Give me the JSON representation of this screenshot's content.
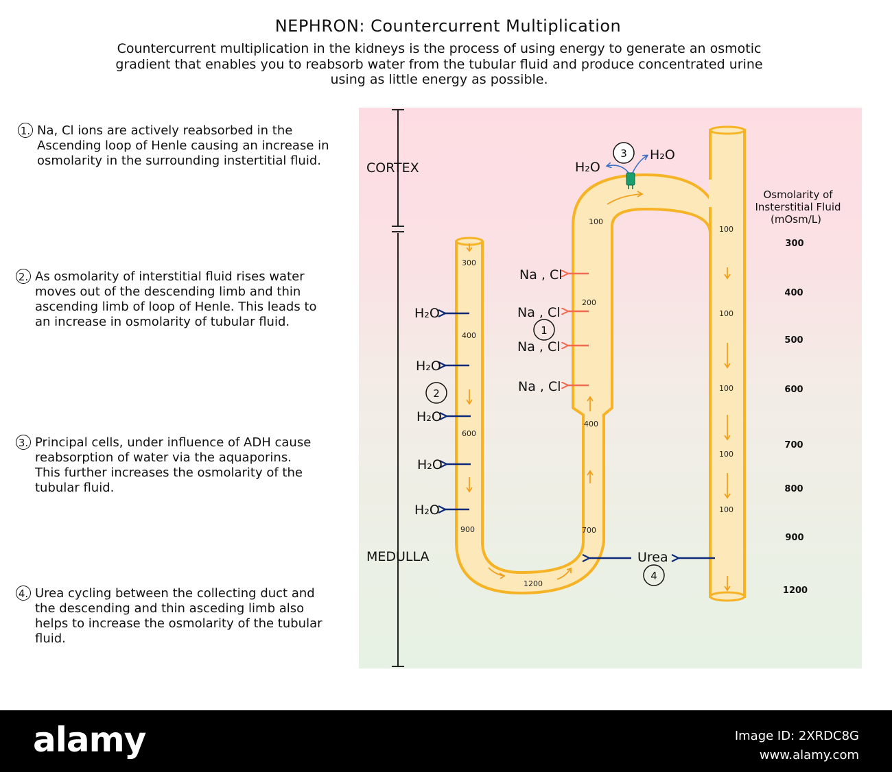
{
  "header": {
    "title": "NEPHRON: Countercurrent Multiplication",
    "subtitle": "Countercurrent multiplication in the kidneys is the process of using energy to generate an osmotic gradient that enables you to reabsorb water from the tubular fluid and produce concentrated urine using as little energy as possible."
  },
  "steps": [
    {
      "num": "1.",
      "text": "Na, Cl ions are actively reabsorbed in the Ascending loop of Henle causing an increase in osmolarity in the surrounding instertitial fluid."
    },
    {
      "num": "2.",
      "text": "As osmolarity of interstitial fluid rises water moves out of the descending limb and thin ascending limb of loop of Henle. This leads to an increase in osmolarity of tubular fluid."
    },
    {
      "num": "3.",
      "text": "Principal cells, under influence of ADH cause reabsorption of water via the aquaporins. This further increases the osmolarity of the tubular fluid."
    },
    {
      "num": "4.",
      "text": "Urea cycling between the collecting duct and the descending and thin asceding limb also helps to increase the osmolarity of the tubular fluid."
    }
  ],
  "diagram": {
    "cortex_label": "CORTEX",
    "medulla_label": "MEDULLA",
    "scale_title_line1": "Osmolarity of",
    "scale_title_line2": "Insterstitial Fluid",
    "scale_title_line3": "(mOsm/L)",
    "scale_values": [
      "300",
      "400",
      "500",
      "600",
      "700",
      "800",
      "900",
      "1200"
    ],
    "descending_values": [
      "300",
      "400",
      "600",
      "900"
    ],
    "bottom_value": "1200",
    "ascending_values": [
      "700",
      "400",
      "200",
      "100"
    ],
    "collecting_values": [
      "100",
      "100",
      "100",
      "100",
      "100"
    ],
    "h2o_label": "H₂O",
    "nacl_label": "Na , Cl",
    "urea_label": "Urea",
    "markers": [
      "1",
      "2",
      "3",
      "4"
    ]
  },
  "colors": {
    "tube_fill": "#fce8b8",
    "tube_stroke": "#f5b325",
    "na_arrow": "#f26a4f",
    "h2o_arrow": "#0d2a7a",
    "aquaporin": "#1a9e6e",
    "cortex_bg": "#fddde3",
    "medulla_bg": "#e8f3e6"
  },
  "footer": {
    "logo": "alamy",
    "image_id": "Image ID: 2XRDC8G",
    "site": "www.alamy.com"
  }
}
